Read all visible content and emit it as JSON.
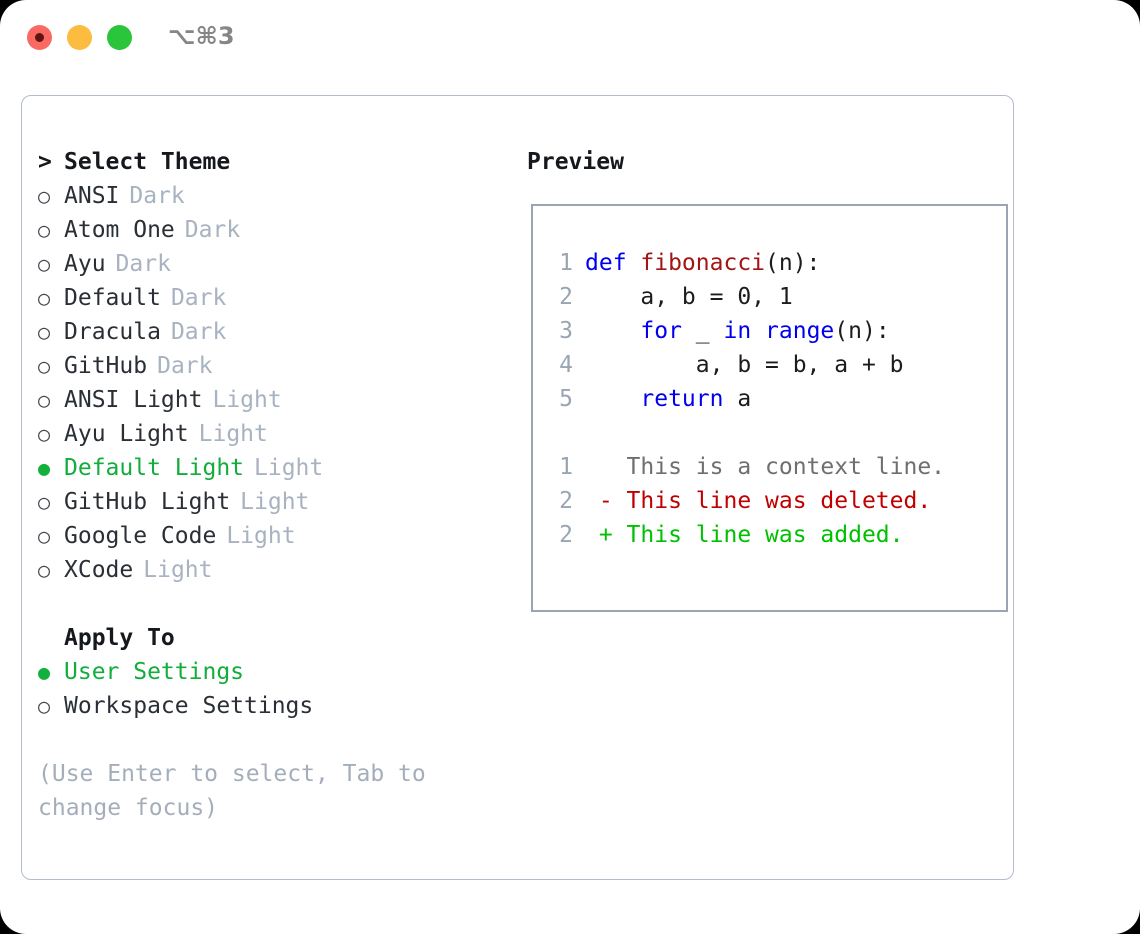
{
  "window": {
    "shortcut": "⌥⌘3",
    "traffic_lights": [
      {
        "name": "close-button",
        "color": "#fb6a62"
      },
      {
        "name": "minimize-button",
        "color": "#fcbc40"
      },
      {
        "name": "maximize-button",
        "color": "#2ac53b"
      }
    ]
  },
  "theme_picker": {
    "heading": "Select Theme",
    "heading_marker": ">",
    "bullet_selected": "●",
    "bullet_unselected": "○",
    "selected_color": "#12ad3b",
    "tag_color": "#a8b2c0",
    "items": [
      {
        "label": "ANSI",
        "tag": "Dark",
        "selected": false
      },
      {
        "label": "Atom One",
        "tag": "Dark",
        "selected": false
      },
      {
        "label": "Ayu",
        "tag": "Dark",
        "selected": false
      },
      {
        "label": "Default",
        "tag": "Dark",
        "selected": false
      },
      {
        "label": "Dracula",
        "tag": "Dark",
        "selected": false
      },
      {
        "label": "GitHub",
        "tag": "Dark",
        "selected": false
      },
      {
        "label": "ANSI Light",
        "tag": "Light",
        "selected": false
      },
      {
        "label": "Ayu Light",
        "tag": "Light",
        "selected": false
      },
      {
        "label": "Default Light",
        "tag": "Light",
        "selected": true
      },
      {
        "label": "GitHub Light",
        "tag": "Light",
        "selected": false
      },
      {
        "label": "Google Code",
        "tag": "Light",
        "selected": false
      },
      {
        "label": "XCode",
        "tag": "Light",
        "selected": false
      }
    ]
  },
  "apply_to": {
    "heading": "Apply To",
    "items": [
      {
        "label": "User Settings",
        "selected": true
      },
      {
        "label": "Workspace Settings",
        "selected": false
      }
    ]
  },
  "hint": "(Use Enter to select, Tab to change focus)",
  "preview": {
    "heading": "Preview",
    "code_lines": [
      {
        "num": "1",
        "tokens": [
          {
            "t": "def ",
            "c": "kw"
          },
          {
            "t": "fibonacci",
            "c": "fn"
          },
          {
            "t": "(n):",
            "c": "pl"
          }
        ]
      },
      {
        "num": "2",
        "tokens": [
          {
            "t": "    a, b = 0, 1",
            "c": "pl"
          }
        ]
      },
      {
        "num": "3",
        "tokens": [
          {
            "t": "    ",
            "c": "pl"
          },
          {
            "t": "for",
            "c": "kw"
          },
          {
            "t": " _ ",
            "c": "pl"
          },
          {
            "t": "in",
            "c": "kw"
          },
          {
            "t": " ",
            "c": "pl"
          },
          {
            "t": "range",
            "c": "kw"
          },
          {
            "t": "(n):",
            "c": "pl"
          }
        ]
      },
      {
        "num": "4",
        "tokens": [
          {
            "t": "        a, b = b, a + b",
            "c": "pl"
          }
        ]
      },
      {
        "num": "5",
        "tokens": [
          {
            "t": "    ",
            "c": "pl"
          },
          {
            "t": "return",
            "c": "kw"
          },
          {
            "t": " a",
            "c": "pl"
          }
        ]
      },
      {
        "num": "",
        "tokens": [
          {
            "t": "",
            "c": "pl"
          }
        ]
      },
      {
        "num": "1",
        "tokens": [
          {
            "t": "   This is a context line.",
            "c": "ctx"
          }
        ]
      },
      {
        "num": "2",
        "tokens": [
          {
            "t": " - This line was deleted.",
            "c": "del"
          }
        ]
      },
      {
        "num": "2",
        "tokens": [
          {
            "t": " + This line was added.",
            "c": "add"
          }
        ]
      }
    ]
  }
}
